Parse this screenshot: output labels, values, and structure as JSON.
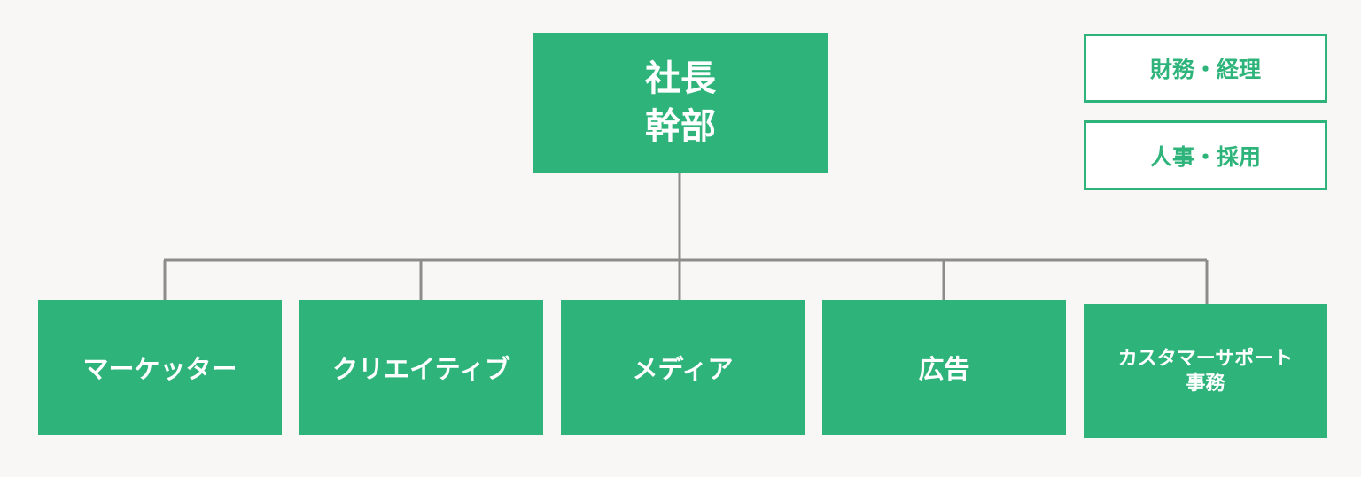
{
  "top": {
    "label": "社長\n幹部"
  },
  "side": [
    {
      "label": "財務・経理"
    },
    {
      "label": "人事・採用"
    }
  ],
  "departments": [
    {
      "label": "マーケッター"
    },
    {
      "label": "クリエイティブ"
    },
    {
      "label": "メディア"
    },
    {
      "label": "広告"
    },
    {
      "label": "カスタマーサポート\n事務"
    }
  ],
  "colors": {
    "accent": "#2eb47a",
    "connector": "#8c8c8c",
    "background": "#f8f7f5"
  }
}
